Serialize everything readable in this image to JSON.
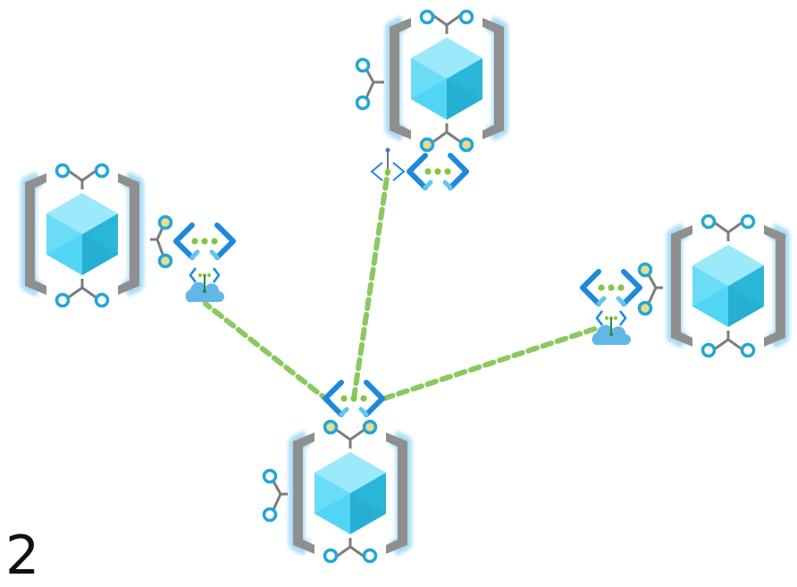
{
  "corner_label": "2",
  "colors": {
    "link": "#8cc860",
    "bracket": "#8f8f8f",
    "bracket_glow": "#9fd9f5",
    "cube_top": "#9be9fb",
    "cube_left": "#50d6f4",
    "cube_right": "#2ab6d8",
    "port_ring": "#22a6d9",
    "port_fill_active": "#e8dc8e",
    "vnet_chevron": "#1e88dc",
    "vnet_dots": "#86c440",
    "cloud": "#62b7e8"
  },
  "nodes": [
    {
      "name": "top-vnet-node",
      "icons": [
        "vnet-icon",
        "private-endpoint-icon"
      ]
    },
    {
      "name": "left-vnet-node",
      "icons": [
        "vnet-icon",
        "private-link-cloud-icon"
      ]
    },
    {
      "name": "right-vnet-node",
      "icons": [
        "vnet-icon",
        "private-link-cloud-icon"
      ]
    },
    {
      "name": "hub-vnet-node",
      "icons": [
        "vnet-icon"
      ]
    }
  ],
  "links": [
    {
      "name": "link-hub-to-top"
    },
    {
      "name": "link-hub-to-left"
    },
    {
      "name": "link-hub-to-right"
    }
  ]
}
